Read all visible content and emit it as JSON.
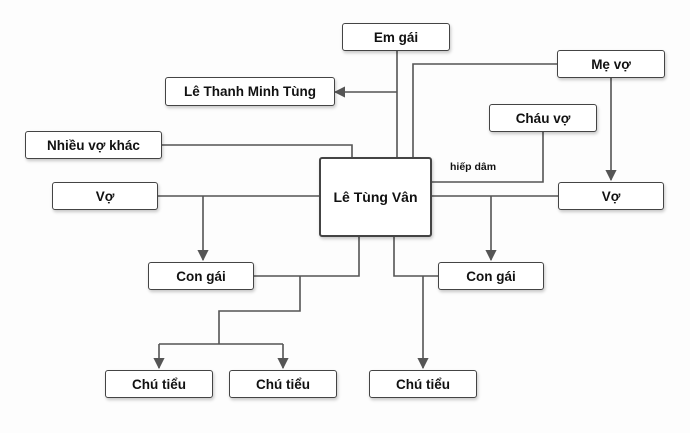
{
  "nodes": {
    "em_gai": "Em gái",
    "le_thanh_minh_tung": "Lê Thanh Minh Tùng",
    "me_vo": "Mẹ vợ",
    "chau_vo": "Cháu vợ",
    "nhieu_vo_khac": "Nhiều vợ khác",
    "le_tung_van": "Lê Tùng Vân",
    "vo_left": "Vợ",
    "vo_right": "Vợ",
    "con_gai_left": "Con gái",
    "con_gai_right": "Con gái",
    "chu_tieu_1": "Chú tiểu",
    "chu_tieu_2": "Chú tiểu",
    "chu_tieu_3": "Chú tiểu"
  },
  "edge_labels": {
    "hiep_dam": "hiếp dâm"
  },
  "colors": {
    "line": "#555555",
    "border": "#444444",
    "text": "#111111"
  }
}
